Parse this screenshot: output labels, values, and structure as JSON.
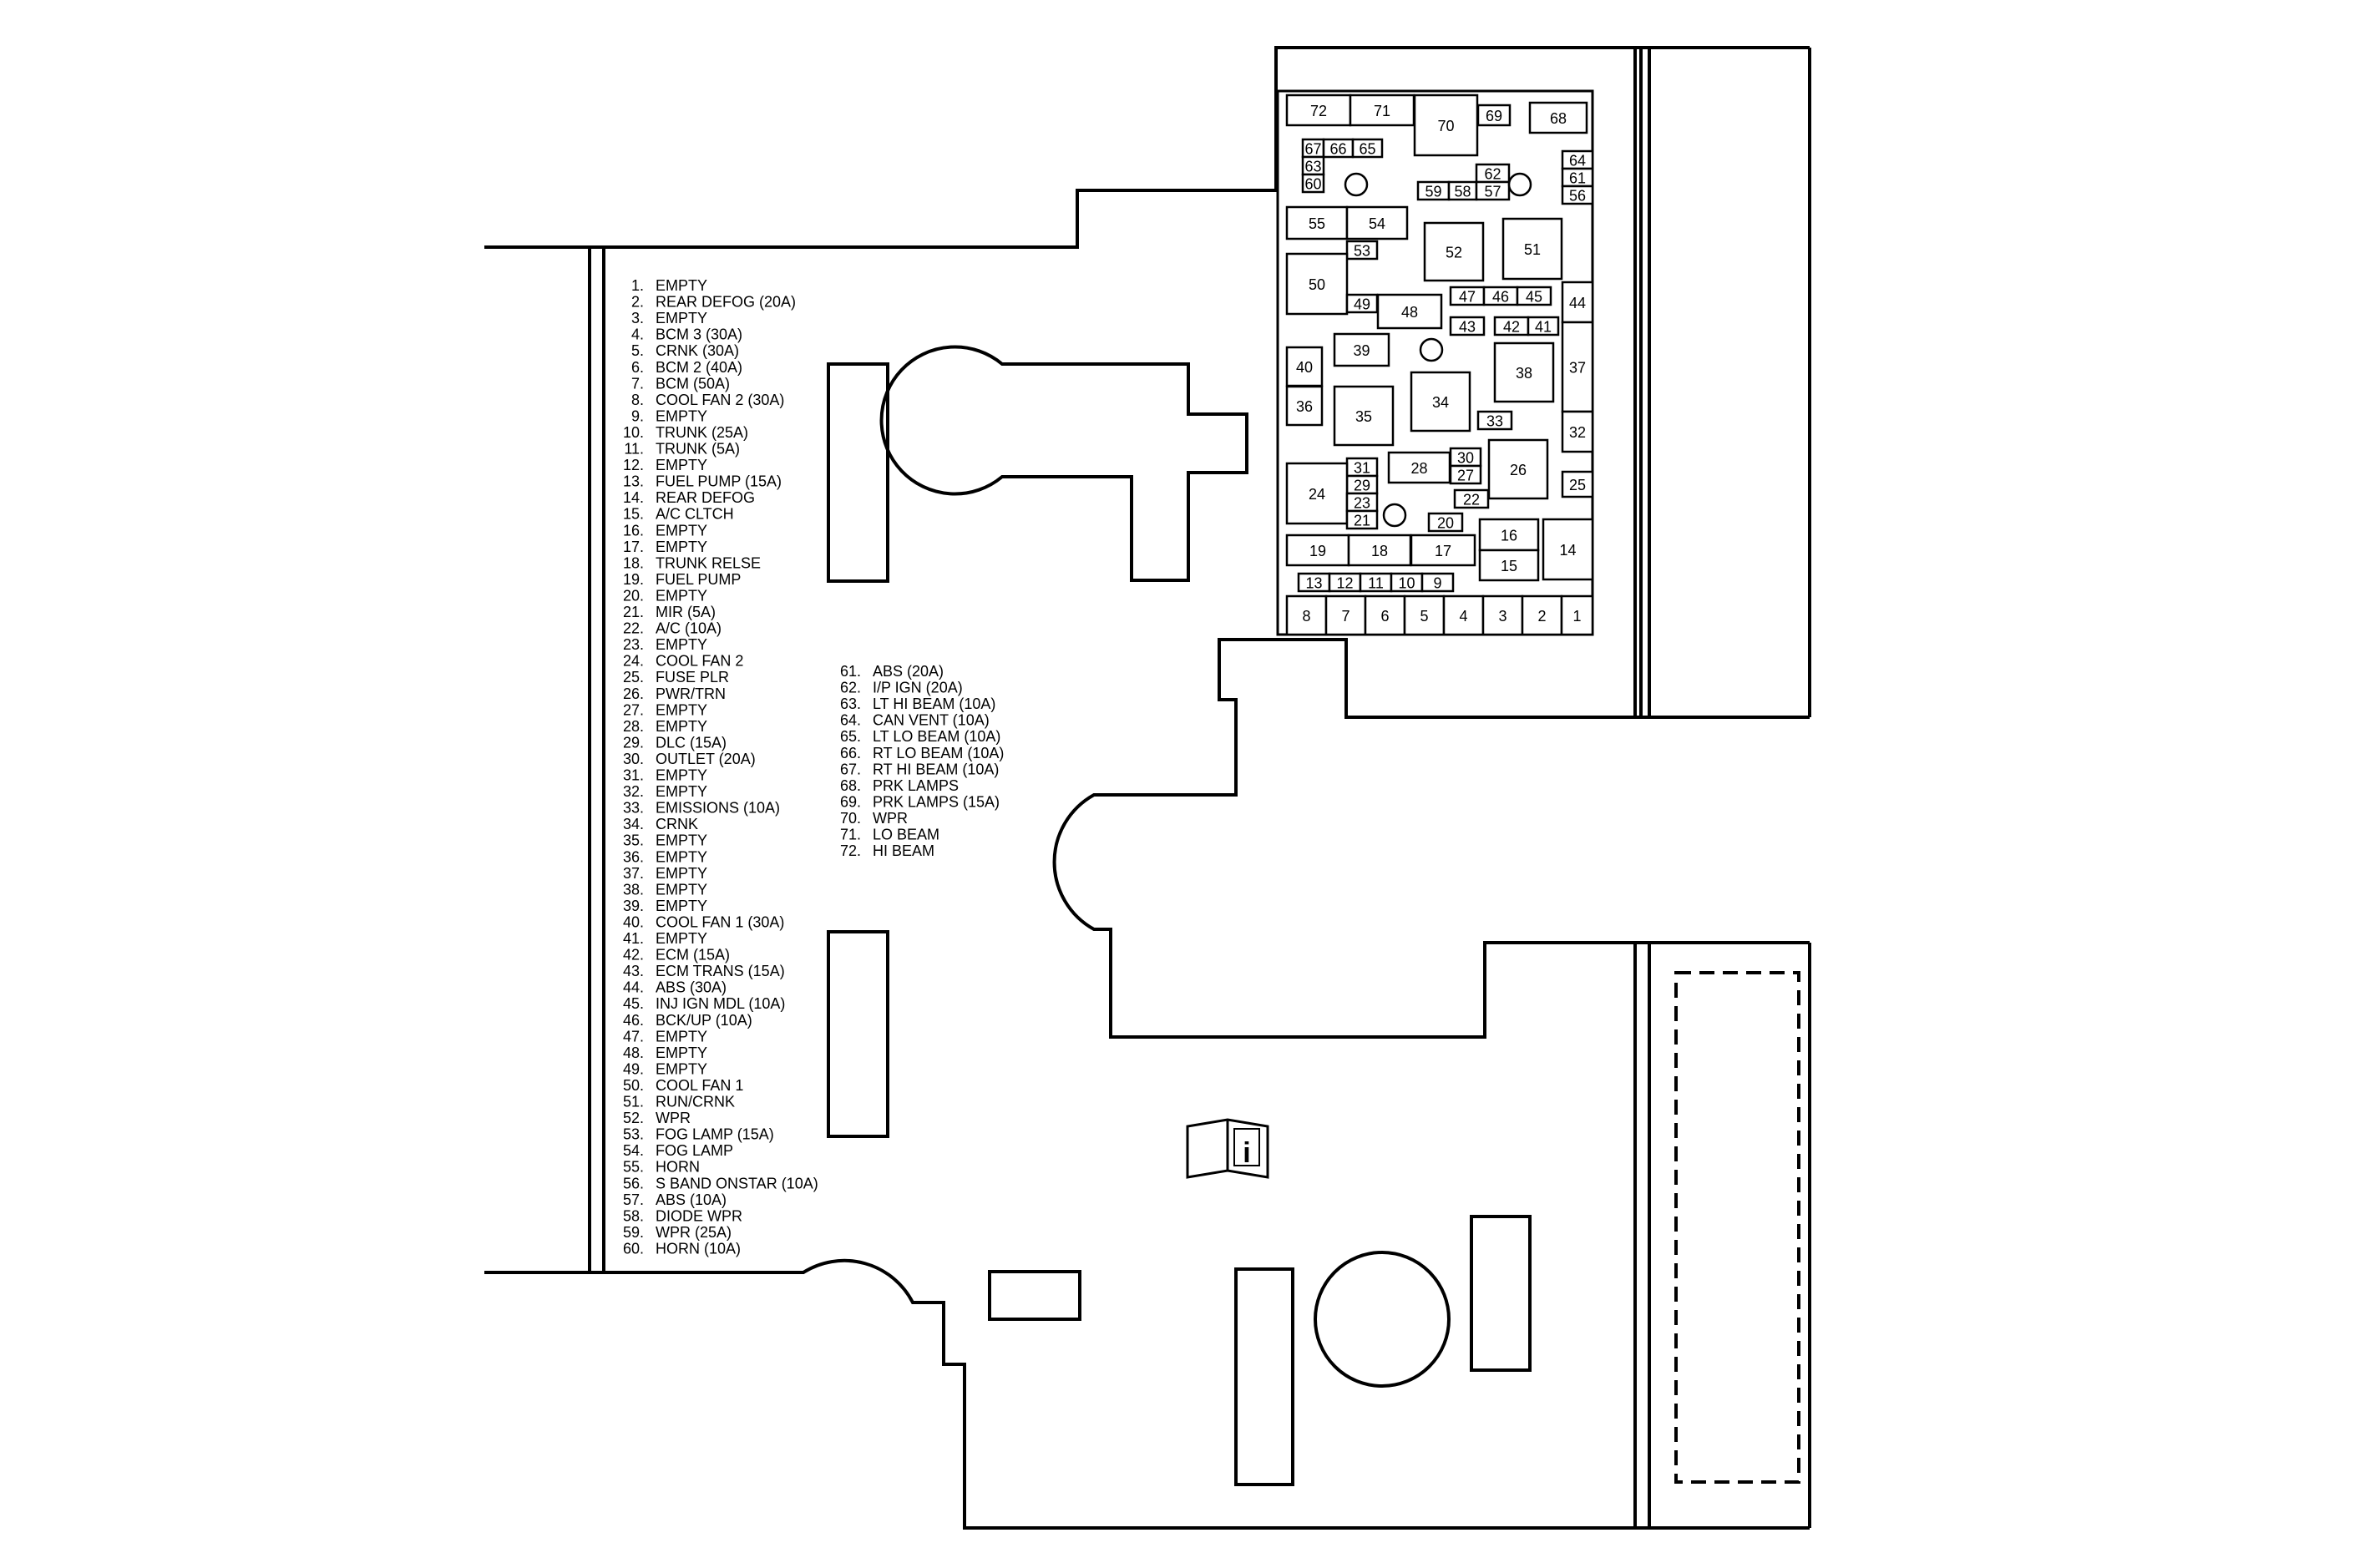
{
  "legend_left": [
    {
      "num": "1.",
      "label": "EMPTY"
    },
    {
      "num": "2.",
      "label": "REAR DEFOG  (20A)"
    },
    {
      "num": "3.",
      "label": "EMPTY"
    },
    {
      "num": "4.",
      "label": "BCM 3  (30A)"
    },
    {
      "num": "5.",
      "label": "CRNK  (30A)"
    },
    {
      "num": "6.",
      "label": "BCM  2  (40A)"
    },
    {
      "num": "7.",
      "label": "BCM  (50A)"
    },
    {
      "num": "8.",
      "label": "COOL  FAN  2  (30A)"
    },
    {
      "num": "9.",
      "label": "EMPTY"
    },
    {
      "num": "10.",
      "label": "TRUNK  (25A)"
    },
    {
      "num": "11.",
      "label": "TRUNK  (5A)"
    },
    {
      "num": "12.",
      "label": "EMPTY"
    },
    {
      "num": "13.",
      "label": "FUEL  PUMP  (15A)"
    },
    {
      "num": "14.",
      "label": "REAR  DEFOG"
    },
    {
      "num": "15.",
      "label": "A/C  CLTCH"
    },
    {
      "num": "16.",
      "label": "EMPTY"
    },
    {
      "num": "17.",
      "label": "EMPTY"
    },
    {
      "num": "18.",
      "label": "TRUNK  RELSE"
    },
    {
      "num": "19.",
      "label": "FUEL  PUMP"
    },
    {
      "num": "20.",
      "label": "EMPTY"
    },
    {
      "num": "21.",
      "label": "MIR  (5A)"
    },
    {
      "num": "22.",
      "label": "A/C  (10A)"
    },
    {
      "num": "23.",
      "label": "EMPTY"
    },
    {
      "num": "24.",
      "label": "COOL  FAN  2"
    },
    {
      "num": "25.",
      "label": "FUSE  PLR"
    },
    {
      "num": "26.",
      "label": "PWR/TRN"
    },
    {
      "num": "27.",
      "label": "EMPTY"
    },
    {
      "num": "28.",
      "label": "EMPTY"
    },
    {
      "num": "29.",
      "label": "DLC  (15A)"
    },
    {
      "num": "30.",
      "label": "OUTLET  (20A)"
    },
    {
      "num": "31.",
      "label": "EMPTY"
    },
    {
      "num": "32.",
      "label": "EMPTY"
    },
    {
      "num": "33.",
      "label": "EMISSIONS  (10A)"
    },
    {
      "num": "34.",
      "label": "CRNK"
    },
    {
      "num": "35.",
      "label": "EMPTY"
    },
    {
      "num": "36.",
      "label": "EMPTY"
    },
    {
      "num": "37.",
      "label": "EMPTY"
    },
    {
      "num": "38.",
      "label": "EMPTY"
    },
    {
      "num": "39.",
      "label": "EMPTY"
    },
    {
      "num": "40.",
      "label": "COOL  FAN  1  (30A)"
    },
    {
      "num": "41.",
      "label": "EMPTY"
    },
    {
      "num": "42.",
      "label": "ECM  (15A)"
    },
    {
      "num": "43.",
      "label": "ECM TRANS  (15A)"
    },
    {
      "num": "44.",
      "label": "ABS  (30A)"
    },
    {
      "num": "45.",
      "label": "INJ  IGN  MDL  (10A)"
    },
    {
      "num": "46.",
      "label": "BCK/UP  (10A)"
    },
    {
      "num": "47.",
      "label": "EMPTY"
    },
    {
      "num": "48.",
      "label": "EMPTY"
    },
    {
      "num": "49.",
      "label": "EMPTY"
    },
    {
      "num": "50.",
      "label": "COOL FAN 1"
    },
    {
      "num": "51.",
      "label": "RUN/CRNK"
    },
    {
      "num": "52.",
      "label": "WPR"
    },
    {
      "num": "53.",
      "label": "FOG  LAMP  (15A)"
    },
    {
      "num": "54.",
      "label": "FOG  LAMP"
    },
    {
      "num": "55.",
      "label": "HORN"
    },
    {
      "num": "56.",
      "label": "S  BAND  ONSTAR  (10A)"
    },
    {
      "num": "57.",
      "label": "ABS  (10A)"
    },
    {
      "num": "58.",
      "label": "DIODE  WPR"
    },
    {
      "num": "59.",
      "label": "WPR  (25A)"
    },
    {
      "num": "60.",
      "label": "HORN  (10A)"
    }
  ],
  "legend_right": [
    {
      "num": "61.",
      "label": "ABS  (20A)"
    },
    {
      "num": "62.",
      "label": "I/P  IGN  (20A)"
    },
    {
      "num": "63.",
      "label": "LT  HI  BEAM  (10A)"
    },
    {
      "num": "64.",
      "label": "CAN  VENT  (10A)"
    },
    {
      "num": "65.",
      "label": "LT  LO  BEAM  (10A)"
    },
    {
      "num": "66.",
      "label": "RT  LO  BEAM  (10A)"
    },
    {
      "num": "67.",
      "label": "RT  HI  BEAM  (10A)"
    },
    {
      "num": "68.",
      "label": "PRK  LAMPS"
    },
    {
      "num": "69.",
      "label": "PRK  LAMPS  (15A)"
    },
    {
      "num": "70.",
      "label": "WPR"
    },
    {
      "num": "71.",
      "label": "LO  BEAM"
    },
    {
      "num": "72.",
      "label": "HI  BEAM"
    }
  ],
  "fuses": [
    "72",
    "71",
    "70",
    "69",
    "68",
    "67",
    "66",
    "65",
    "63",
    "60",
    "62",
    "59",
    "58",
    "57",
    "64",
    "61",
    "56",
    "55",
    "54",
    "53",
    "52",
    "51",
    "50",
    "49",
    "48",
    "47",
    "46",
    "45",
    "44",
    "43",
    "42",
    "41",
    "40",
    "39",
    "38",
    "37",
    "36",
    "35",
    "34",
    "33",
    "32",
    "31",
    "30",
    "29",
    "28",
    "27",
    "26",
    "25",
    "24",
    "23",
    "22",
    "21",
    "20",
    "19",
    "18",
    "17",
    "16",
    "15",
    "14",
    "13",
    "12",
    "11",
    "10",
    "9",
    "8",
    "7",
    "6",
    "5",
    "4",
    "3",
    "2",
    "1"
  ],
  "icons": [
    "info-book-icon"
  ]
}
